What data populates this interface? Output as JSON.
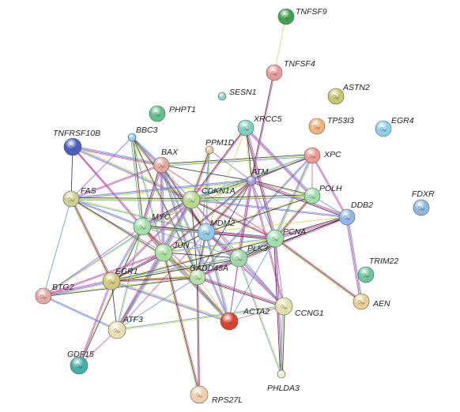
{
  "diagram": {
    "type": "protein-interaction-network",
    "nodes": [
      {
        "id": "TNFSF9",
        "label": "TNFSF9",
        "color": "#3fa34d"
      },
      {
        "id": "TNFSF4",
        "label": "TNFSF4",
        "color": "#e89a9a"
      },
      {
        "id": "SESN1",
        "label": "SESN1",
        "color": "#8fd3c8"
      },
      {
        "id": "ASTN2",
        "label": "ASTN2",
        "color": "#c8c86a"
      },
      {
        "id": "PHPT1",
        "label": "PHPT1",
        "color": "#5cc48a"
      },
      {
        "id": "TP53I3",
        "label": "TP53I3",
        "color": "#f0b47a"
      },
      {
        "id": "EGR4",
        "label": "EGR4",
        "color": "#8ecfe8"
      },
      {
        "id": "XRCC5",
        "label": "XRCC5",
        "color": "#7fcfc2"
      },
      {
        "id": "TNFRSF10B",
        "label": "TNFRSF10B",
        "color": "#4c5fbf"
      },
      {
        "id": "BBC3",
        "label": "BBC3",
        "color": "#8fd0e8"
      },
      {
        "id": "PPM1D",
        "label": "PPM1D",
        "color": "#e8c89a"
      },
      {
        "id": "BAX",
        "label": "BAX",
        "color": "#e2a8a0"
      },
      {
        "id": "XPC",
        "label": "XPC",
        "color": "#ef9a8e"
      },
      {
        "id": "ATM",
        "label": "ATM",
        "color": "#a995e0"
      },
      {
        "id": "FAS",
        "label": "FAS",
        "color": "#cfcf90"
      },
      {
        "id": "CDKN1A",
        "label": "CDKN1A",
        "color": "#b8d88a"
      },
      {
        "id": "POLH",
        "label": "POLH",
        "color": "#9fe0a8"
      },
      {
        "id": "FDXR",
        "label": "FDXR",
        "color": "#8fb8e0"
      },
      {
        "id": "DDB2",
        "label": "DDB2",
        "color": "#8fb8e8"
      },
      {
        "id": "MYC",
        "label": "MYC",
        "color": "#9fe0a8"
      },
      {
        "id": "MDM2",
        "label": "MDM2",
        "color": "#8ec8e8"
      },
      {
        "id": "PCNA",
        "label": "PCNA",
        "color": "#9fe0a8"
      },
      {
        "id": "JUN",
        "label": "JUN",
        "color": "#a8e0a0"
      },
      {
        "id": "PLK3",
        "label": "PLK3",
        "color": "#9fd8a8"
      },
      {
        "id": "TRIM22",
        "label": "TRIM22",
        "color": "#6cc89a"
      },
      {
        "id": "GADD45A",
        "label": "GADD45A",
        "color": "#b8e0a8"
      },
      {
        "id": "EGR1",
        "label": "EGR1",
        "color": "#d4c87a"
      },
      {
        "id": "BTG2",
        "label": "BTG2",
        "color": "#e8a8a0"
      },
      {
        "id": "AEN",
        "label": "AEN",
        "color": "#e8d090"
      },
      {
        "id": "ACTA2",
        "label": "ACTA2",
        "color": "#e0402a"
      },
      {
        "id": "CCNG1",
        "label": "CCNG1",
        "color": "#e0e0a8"
      },
      {
        "id": "ATF3",
        "label": "ATF3",
        "color": "#e8e0b0"
      },
      {
        "id": "GDF15",
        "label": "GDF15",
        "color": "#3fb0a8"
      },
      {
        "id": "PHLDA3",
        "label": "PHLDA3",
        "color": "#e0f0c0"
      },
      {
        "id": "RPS27L",
        "label": "RPS27L",
        "color": "#f0d0a8"
      }
    ],
    "edges": [
      [
        "TNFSF9",
        "TNFSF4"
      ],
      [
        "TNFSF4",
        "ATM"
      ],
      [
        "TNFRSF10B",
        "BAX"
      ],
      [
        "TNFRSF10B",
        "FAS"
      ],
      [
        "TNFRSF10B",
        "MYC"
      ],
      [
        "TNFRSF10B",
        "CDKN1A"
      ],
      [
        "TNFRSF10B",
        "JUN"
      ],
      [
        "BBC3",
        "BAX"
      ],
      [
        "BBC3",
        "MYC"
      ],
      [
        "BBC3",
        "FAS"
      ],
      [
        "BBC3",
        "JUN"
      ],
      [
        "BBC3",
        "MDM2"
      ],
      [
        "BBC3",
        "CDKN1A"
      ],
      [
        "BBC3",
        "GADD45A"
      ],
      [
        "BAX",
        "MYC"
      ],
      [
        "BAX",
        "CDKN1A"
      ],
      [
        "BAX",
        "MDM2"
      ],
      [
        "BAX",
        "JUN"
      ],
      [
        "BAX",
        "ATM"
      ],
      [
        "BAX",
        "FAS"
      ],
      [
        "BAX",
        "GADD45A"
      ],
      [
        "BAX",
        "PCNA"
      ],
      [
        "BAX",
        "ACTA2"
      ],
      [
        "BAX",
        "XPC"
      ],
      [
        "PPM1D",
        "ATM"
      ],
      [
        "PPM1D",
        "MDM2"
      ],
      [
        "PPM1D",
        "CDKN1A"
      ],
      [
        "PPM1D",
        "GADD45A"
      ],
      [
        "XRCC5",
        "ATM"
      ],
      [
        "XRCC5",
        "PCNA"
      ],
      [
        "XRCC5",
        "MDM2"
      ],
      [
        "XRCC5",
        "CDKN1A"
      ],
      [
        "XRCC5",
        "POLH"
      ],
      [
        "XPC",
        "ATM"
      ],
      [
        "XPC",
        "DDB2"
      ],
      [
        "XPC",
        "PCNA"
      ],
      [
        "XPC",
        "POLH"
      ],
      [
        "XPC",
        "GADD45A"
      ],
      [
        "XPC",
        "CDKN1A"
      ],
      [
        "XPC",
        "MYC"
      ],
      [
        "ATM",
        "CDKN1A"
      ],
      [
        "ATM",
        "MDM2"
      ],
      [
        "ATM",
        "PCNA"
      ],
      [
        "ATM",
        "POLH"
      ],
      [
        "ATM",
        "DDB2"
      ],
      [
        "ATM",
        "MYC"
      ],
      [
        "ATM",
        "JUN"
      ],
      [
        "ATM",
        "PLK3"
      ],
      [
        "ATM",
        "GADD45A"
      ],
      [
        "ATM",
        "CCNG1"
      ],
      [
        "ATM",
        "FAS"
      ],
      [
        "ATM",
        "ACTA2"
      ],
      [
        "FAS",
        "MYC"
      ],
      [
        "FAS",
        "CDKN1A"
      ],
      [
        "FAS",
        "JUN"
      ],
      [
        "FAS",
        "MDM2"
      ],
      [
        "FAS",
        "EGR1"
      ],
      [
        "FAS",
        "BTG2"
      ],
      [
        "FAS",
        "GADD45A"
      ],
      [
        "CDKN1A",
        "MYC"
      ],
      [
        "CDKN1A",
        "MDM2"
      ],
      [
        "CDKN1A",
        "PCNA"
      ],
      [
        "CDKN1A",
        "JUN"
      ],
      [
        "CDKN1A",
        "GADD45A"
      ],
      [
        "CDKN1A",
        "EGR1"
      ],
      [
        "CDKN1A",
        "ATF3"
      ],
      [
        "CDKN1A",
        "PLK3"
      ],
      [
        "CDKN1A",
        "DDB2"
      ],
      [
        "CDKN1A",
        "POLH"
      ],
      [
        "CDKN1A",
        "CCNG1"
      ],
      [
        "CDKN1A",
        "BTG2"
      ],
      [
        "POLH",
        "PCNA"
      ],
      [
        "POLH",
        "DDB2"
      ],
      [
        "POLH",
        "MDM2"
      ],
      [
        "DDB2",
        "PCNA"
      ],
      [
        "DDB2",
        "MDM2"
      ],
      [
        "DDB2",
        "GADD45A"
      ],
      [
        "DDB2",
        "AEN"
      ],
      [
        "DDB2",
        "PLK3"
      ],
      [
        "MYC",
        "MDM2"
      ],
      [
        "MYC",
        "JUN"
      ],
      [
        "MYC",
        "GADD45A"
      ],
      [
        "MYC",
        "EGR1"
      ],
      [
        "MYC",
        "PCNA"
      ],
      [
        "MYC",
        "BTG2"
      ],
      [
        "MYC",
        "ATF3"
      ],
      [
        "MYC",
        "ACTA2"
      ],
      [
        "MYC",
        "PLK3"
      ],
      [
        "MYC",
        "GDF15"
      ],
      [
        "MDM2",
        "PCNA"
      ],
      [
        "MDM2",
        "JUN"
      ],
      [
        "MDM2",
        "GADD45A"
      ],
      [
        "MDM2",
        "PLK3"
      ],
      [
        "MDM2",
        "EGR1"
      ],
      [
        "MDM2",
        "CCNG1"
      ],
      [
        "MDM2",
        "ACTA2"
      ],
      [
        "MDM2",
        "ATF3"
      ],
      [
        "PCNA",
        "GADD45A"
      ],
      [
        "PCNA",
        "PLK3"
      ],
      [
        "PCNA",
        "CCNG1"
      ],
      [
        "PCNA",
        "JUN"
      ],
      [
        "PCNA",
        "AEN"
      ],
      [
        "PCNA",
        "ACTA2"
      ],
      [
        "PCNA",
        "EGR1"
      ],
      [
        "PCNA",
        "PHLDA3"
      ],
      [
        "JUN",
        "GADD45A"
      ],
      [
        "JUN",
        "EGR1"
      ],
      [
        "JUN",
        "ATF3"
      ],
      [
        "JUN",
        "PLK3"
      ],
      [
        "JUN",
        "BTG2"
      ],
      [
        "JUN",
        "ACTA2"
      ],
      [
        "PLK3",
        "GADD45A"
      ],
      [
        "PLK3",
        "CCNG1"
      ],
      [
        "PLK3",
        "EGR1"
      ],
      [
        "PLK3",
        "ACTA2"
      ],
      [
        "PLK3",
        "PHLDA3"
      ],
      [
        "GADD45A",
        "EGR1"
      ],
      [
        "GADD45A",
        "ATF3"
      ],
      [
        "GADD45A",
        "BTG2"
      ],
      [
        "GADD45A",
        "CCNG1"
      ],
      [
        "GADD45A",
        "ACTA2"
      ],
      [
        "GADD45A",
        "RPS27L"
      ],
      [
        "EGR1",
        "BTG2"
      ],
      [
        "EGR1",
        "ATF3"
      ],
      [
        "EGR1",
        "GDF15"
      ],
      [
        "EGR1",
        "ACTA2"
      ],
      [
        "ATF3",
        "GDF15"
      ],
      [
        "ATF3",
        "BTG2"
      ],
      [
        "CCNG1",
        "PHLDA3"
      ],
      [
        "CCNG1",
        "ACTA2"
      ],
      [
        "CCNG1",
        "ATF3"
      ],
      [
        "JUN",
        "RPS27L"
      ]
    ],
    "edge_colors": [
      "#c8d84a",
      "#e0409a",
      "#4a9ad8",
      "#2a2a2a",
      "#9a60c8"
    ]
  }
}
